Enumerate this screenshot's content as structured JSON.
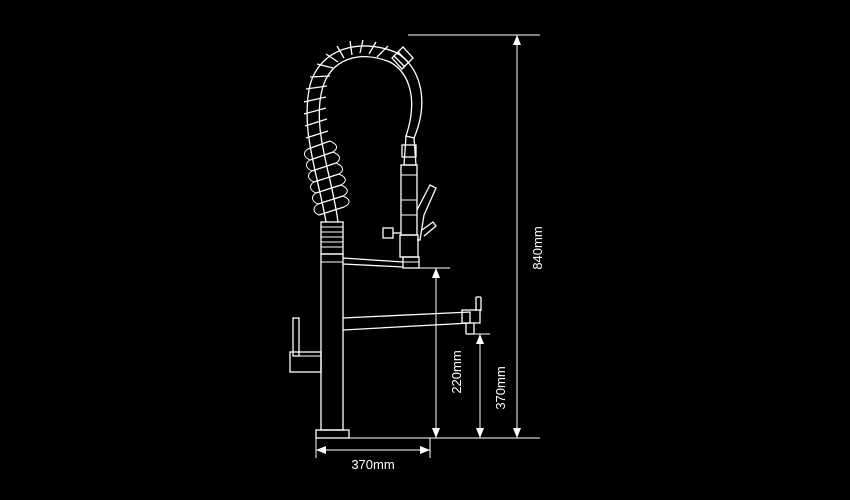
{
  "dimensions": {
    "total_height": "840mm",
    "spout_height": "220mm",
    "outlet_height": "370mm",
    "spout_reach": "370mm"
  },
  "colors": {
    "background": "#000000",
    "line": "#ffffff"
  }
}
